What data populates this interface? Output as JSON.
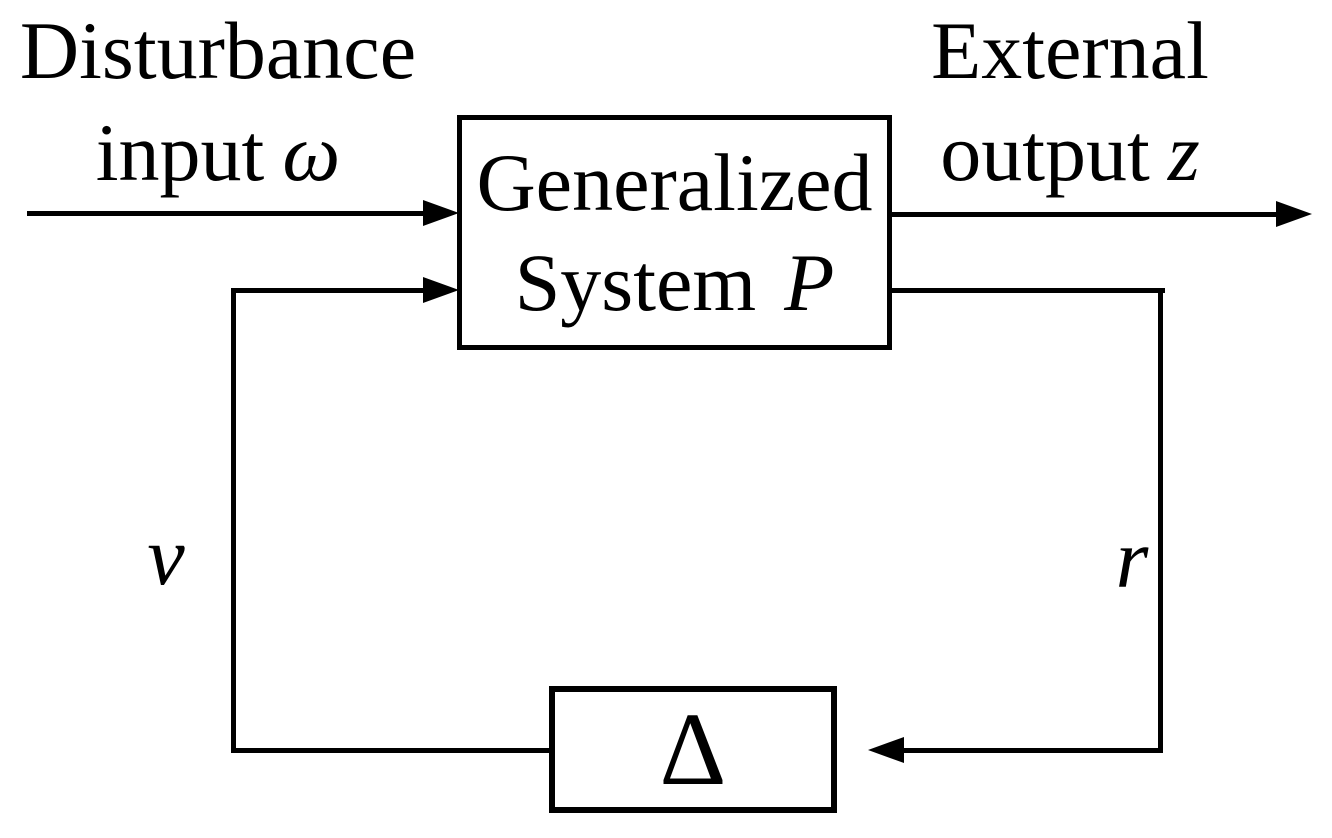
{
  "colors": {
    "background": "#ffffff",
    "line": "#000000",
    "text": "#000000"
  },
  "nodes": {
    "plant": {
      "line1": "Generalized",
      "line2_word": "System",
      "line2_symbol": "P"
    },
    "delta": {
      "symbol": "Δ"
    }
  },
  "signals": {
    "disturbance": {
      "line1": "Disturbance",
      "line2_word": "input",
      "line2_symbol": "ω"
    },
    "external": {
      "line1": "External",
      "line2_word": "output",
      "line2_symbol": "z"
    },
    "feedback_to_delta": "r",
    "feedback_from_delta": "v"
  }
}
